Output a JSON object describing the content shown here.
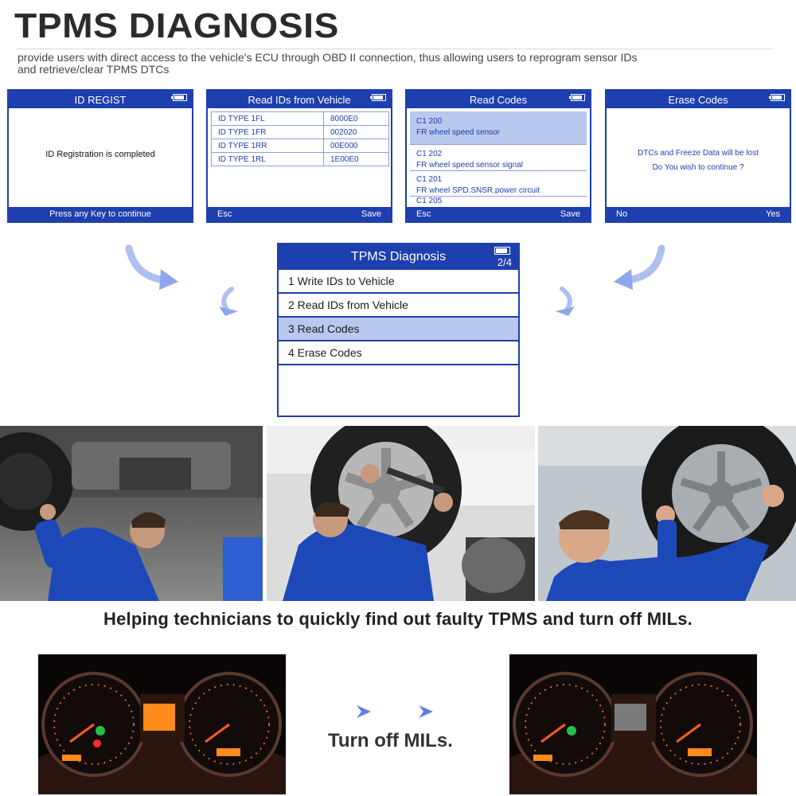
{
  "header": {
    "title": "TPMS DIAGNOSIS",
    "subtitle": "provide users with direct access to the vehicle's ECU through OBD II connection, thus allowing users to reprogram sensor IDs and retrieve/clear TPMS DTCs"
  },
  "screens": {
    "id_regist": {
      "title": "ID REGIST",
      "message": "ID Registration is completed",
      "footer": "Press any Key to continue"
    },
    "read_ids": {
      "title": "Read IDs from Vehicle",
      "rows": [
        {
          "label": "ID TYPE 1FL",
          "value": "8000E0"
        },
        {
          "label": "ID TYPE 1FR",
          "value": "002020"
        },
        {
          "label": "ID TYPE 1RR",
          "value": "00E000"
        },
        {
          "label": "ID TYPE 1RL",
          "value": "1E00E0"
        }
      ],
      "left_key": "Esc",
      "right_key": "Save"
    },
    "read_codes": {
      "title": "Read Codes",
      "codes": [
        {
          "code": "C1 200",
          "desc": "FR wheel speed sensor"
        },
        {
          "code": "C1 202",
          "desc": "FR wheel speed sensor signal"
        },
        {
          "code": "C1 201",
          "desc": "FR wheel SPD.SNSR.power circuit"
        },
        {
          "code": "C1 205",
          "desc": ""
        }
      ],
      "left_key": "Esc",
      "right_key": "Save"
    },
    "erase_codes": {
      "title": "Erase Codes",
      "line1": "DTCs and Freeze Data will be lost",
      "line2": "Do You wish to continue ?",
      "left_key": "No",
      "right_key": "Yes"
    }
  },
  "menu": {
    "title": "TPMS Diagnosis",
    "page": "2/4",
    "items": [
      "1 Write IDs to Vehicle",
      "2 Read IDs from Vehicle",
      "3 Read Codes",
      "4 Erase Codes"
    ],
    "selected_index": 2
  },
  "tagline": "Helping technicians to quickly find out faulty TPMS and turn off MILs.",
  "turn_off_label": "Turn off MILs.",
  "colors": {
    "device_blue": "#1e3fae",
    "highlight": "#b9c8ef",
    "arrow_blue": "#5d7fe0"
  }
}
